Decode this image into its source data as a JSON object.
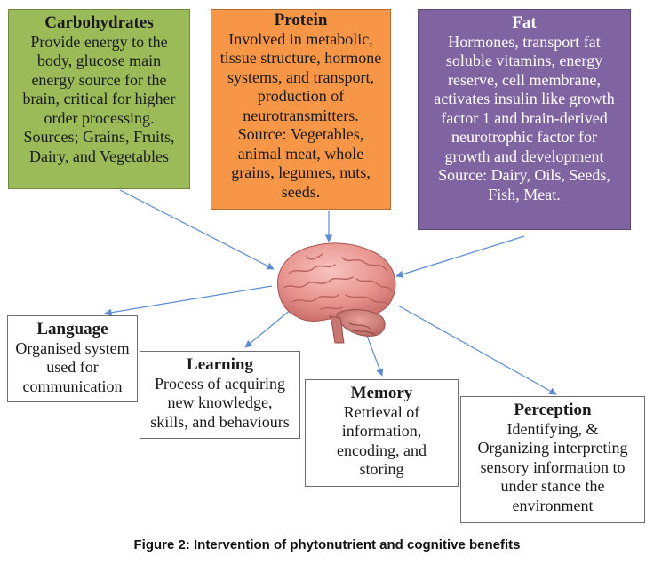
{
  "carbohydrates": {
    "title": "Carbohydrates",
    "body": "Provide energy to the\nbody, glucose main\nenergy source for the\nbrain, critical for higher\norder processing.\nSources; Grains, Fruits,\nDairy, and Vegetables"
  },
  "protein": {
    "title": "Protein",
    "body": "Involved in metabolic,\ntissue structure, hormone\nsystems, and transport,\nproduction of\nneurotransmitters.\nSource: Vegetables,\nanimal meat, whole\ngrains, legumes, nuts,\nseeds."
  },
  "fat": {
    "title": "Fat",
    "body": "Hormones, transport fat\nsoluble vitamins, energy\nreserve, cell membrane,\nactivates insulin like growth\nfactor 1 and brain-derived\nneurotrophic factor for\ngrowth and development\nSource: Dairy, Oils, Seeds,\nFish, Meat."
  },
  "language": {
    "title": "Language",
    "body": "Organised system\nused for\ncommunication"
  },
  "learning": {
    "title": "Learning",
    "body": "Process of acquiring\nnew knowledge,\nskills, and behaviours"
  },
  "memory": {
    "title": "Memory",
    "body": "Retrieval of\ninformation,\nencoding, and\nstoring"
  },
  "perception": {
    "title": "Perception",
    "body": "Identifying, &\nOrganizing interpreting\nsensory information to\nunder stance the\nenvironment"
  },
  "caption": "Figure 2: Intervention of phytonutrient and cognitive benefits",
  "colors": {
    "carbohydrates": "#9bbb59",
    "protein": "#f79646",
    "fat": "#8064a2",
    "arrow": "#5b8bd0"
  },
  "icons": {
    "center": "brain-icon"
  }
}
